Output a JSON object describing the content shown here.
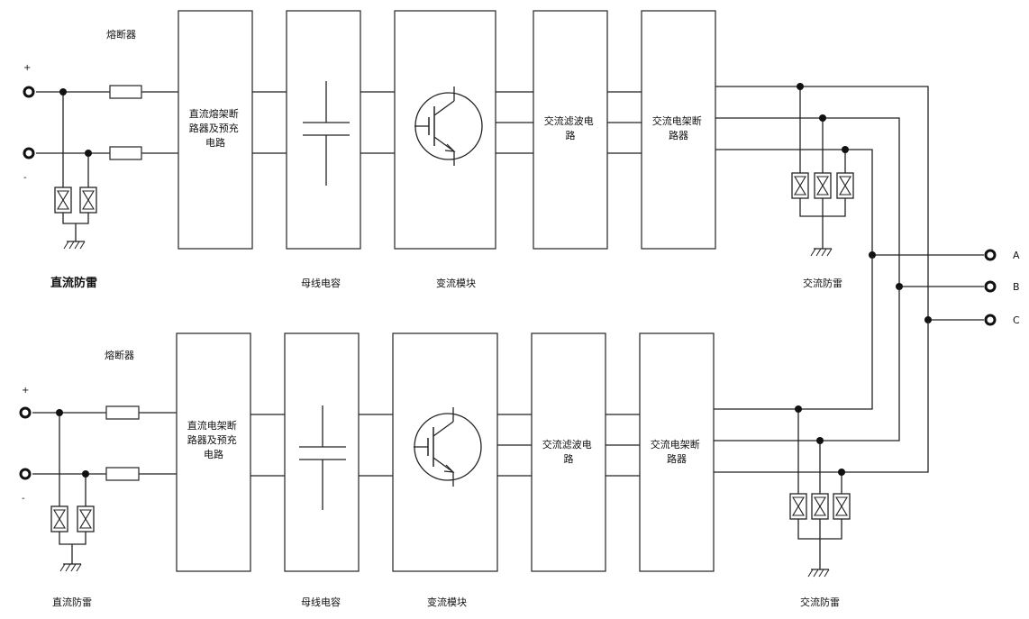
{
  "top": {
    "fuse_label": "熔断器",
    "plus": "+",
    "minus": "-",
    "dc_breaker": [
      "直流熔架断",
      "路器及预充",
      "电路"
    ],
    "ac_filter": [
      "交流滤波电",
      "路"
    ],
    "ac_breaker": [
      "交流电架断",
      "路器"
    ],
    "dc_surge": "直流防雷",
    "bus_capacitor": "母线电容",
    "converter_module": "变流模块",
    "ac_surge": "交流防雷"
  },
  "bottom": {
    "fuse_label": "熔断器",
    "plus": "+",
    "minus": "-",
    "dc_breaker": [
      "直流电架断",
      "路器及预充",
      "电路"
    ],
    "ac_filter": [
      "交流滤波电",
      "路"
    ],
    "ac_breaker": [
      "交流电架断",
      "路器"
    ],
    "dc_surge": "直流防雷",
    "bus_capacitor": "母线电容",
    "converter_module": "变流模块",
    "ac_surge": "交流防雷"
  },
  "outputs": [
    "A",
    "B",
    "C"
  ]
}
